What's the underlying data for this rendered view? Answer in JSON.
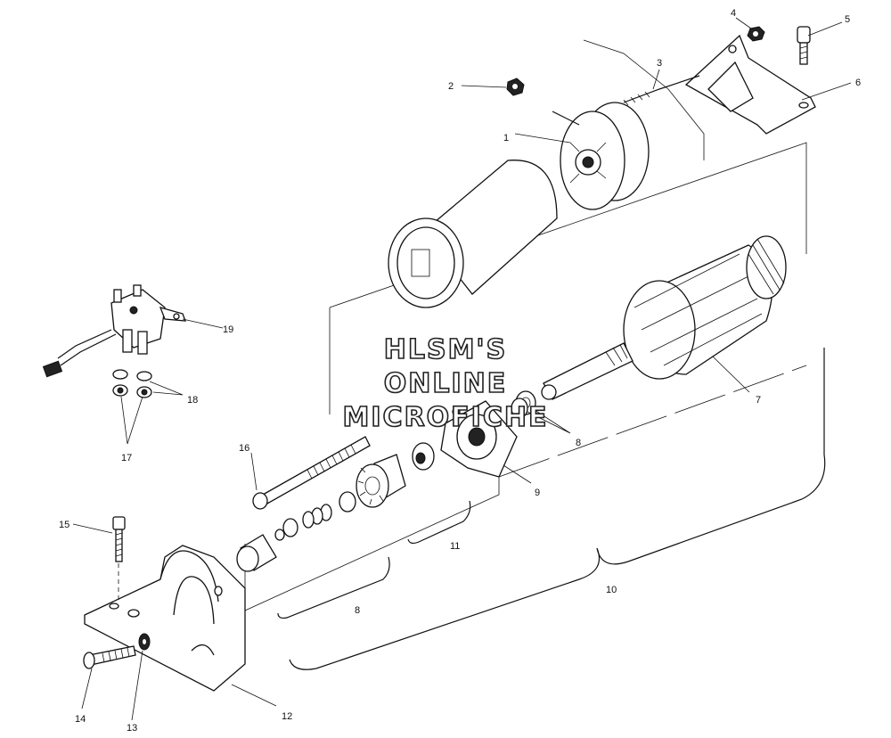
{
  "watermark": {
    "line1": "HLSM'S",
    "line2": "ONLINE",
    "line3": "MICROFICHE"
  },
  "callouts": {
    "c1": "1",
    "c2": "2",
    "c3": "3",
    "c4": "4",
    "c5": "5",
    "c6": "6",
    "c7": "7",
    "c8a": "8",
    "c8b": "8",
    "c9": "9",
    "c10": "10",
    "c11": "11",
    "c12": "12",
    "c13": "13",
    "c14": "14",
    "c15": "15",
    "c16": "16",
    "c17": "17",
    "c18": "18",
    "c19": "19"
  }
}
